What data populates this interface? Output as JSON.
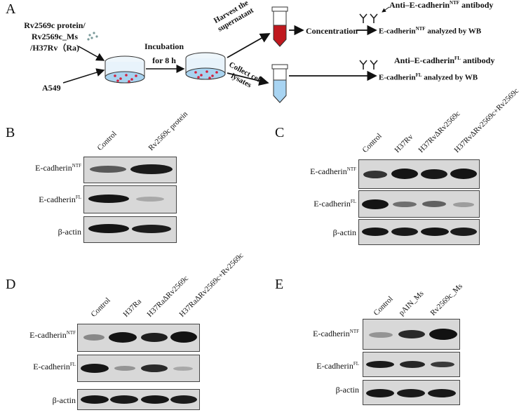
{
  "panel_a": {
    "letter": "A",
    "treatment_lines": [
      "Rv2569c protein/",
      "Rv2569c_Ms",
      "/H37Rv（Ra)"
    ],
    "cell_line": "A549",
    "incubation_lines": [
      "Incubation",
      "for 8 h"
    ],
    "harvest_lines": [
      "Harvest the",
      "supernatant"
    ],
    "collect_lines": [
      "Collect cell",
      "lysates"
    ],
    "concentration": "Concentration",
    "antibody_ntf": {
      "text": "Anti–E-cadherin",
      "sup": "NTF",
      "tail": " antibody"
    },
    "antibody_fl": {
      "text": "Anti–E-cadherin",
      "sup": "FL",
      "tail": " antibody"
    },
    "wb_ntf": {
      "text": "E-cadherin",
      "sup": "NTF",
      "tail": " analyzed by WB"
    },
    "wb_fl": {
      "text": "E-cadherin",
      "sup": "FL",
      "tail": " analyzed by WB"
    }
  },
  "row_labels": {
    "ntf": {
      "text": "E-cadherin",
      "sup": "NTF"
    },
    "fl": {
      "text": "E-cadherin",
      "sup": "FL"
    },
    "actin": "β-actin"
  },
  "panel_b": {
    "letter": "B",
    "lanes": [
      "Control",
      "Rv2569c protein"
    ]
  },
  "panel_c": {
    "letter": "C",
    "lanes": [
      "Control",
      "H37Rv",
      "H37RvΔRv2569c",
      "H37RvΔRv2569c+Rv2569c"
    ]
  },
  "panel_d": {
    "letter": "D",
    "lanes": [
      "Control",
      "H37Ra",
      "H37RaΔRv2569c",
      "H37RaΔRv2569c+Rv2569c"
    ]
  },
  "panel_e": {
    "letter": "E",
    "lanes": [
      "Control",
      "pAIN_Ms",
      "Rv2569c_Ms"
    ]
  }
}
